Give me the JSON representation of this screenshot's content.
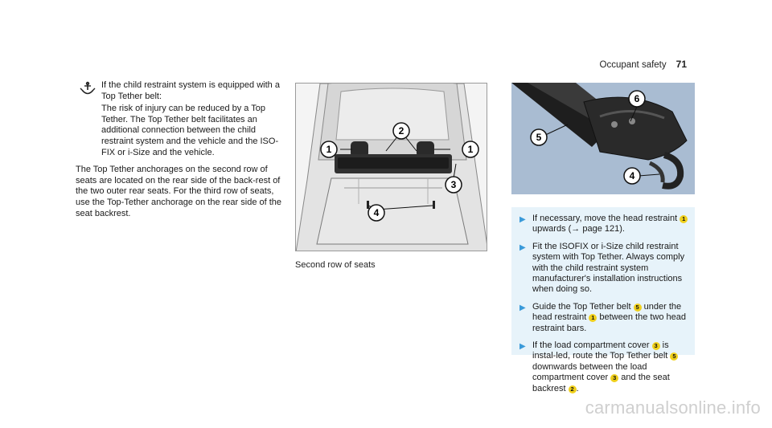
{
  "header": {
    "section": "Occupant safety",
    "page": "71"
  },
  "left": {
    "icon": "warning-top-tether-icon",
    "warning_intro": "If the child restraint system is equipped with a Top Tether belt:",
    "warning_body": "The risk of injury can be reduced by a Top Tether. The Top Tether belt facilitates an additional connection between the child restraint system and the vehicle and the ISO-FIX or i-Size and the vehicle.",
    "body": "The Top Tether anchorages on the second row of seats are located on the rear side of the back-rest of the two outer rear seats. For the third row of seats, use the Top-Tether anchorage on the rear side of the seat backrest."
  },
  "photo": {
    "caption": "Second row of seats",
    "callouts": [
      "1",
      "2",
      "1",
      "3",
      "4"
    ]
  },
  "strap": {
    "callouts": [
      "6",
      "5",
      "4"
    ]
  },
  "steps": [
    {
      "pre": "If necessary, move the head restraint",
      "n1": "1",
      "post": "upwards (→ page 121)."
    },
    {
      "text": "Fit the ISOFIX or i-Size child restraint system with Top Tether. Always comply with the child restraint system manufacturer's installation instructions when doing so."
    },
    {
      "pre": "Guide the Top Tether belt",
      "n1": "5",
      "mid": "under the head restraint",
      "n2": "1",
      "post": "between the two head restraint bars."
    },
    {
      "pre": "If the load compartment cover",
      "n1": "3",
      "mid": "is instal-led, route the Top Tether belt",
      "n2": "5",
      "mid2": "downwards between the load compartment cover",
      "n3": "3",
      "mid3": "and the seat backrest",
      "n4": "2",
      "post": "."
    }
  ],
  "watermark": "carmanualsonline.info"
}
